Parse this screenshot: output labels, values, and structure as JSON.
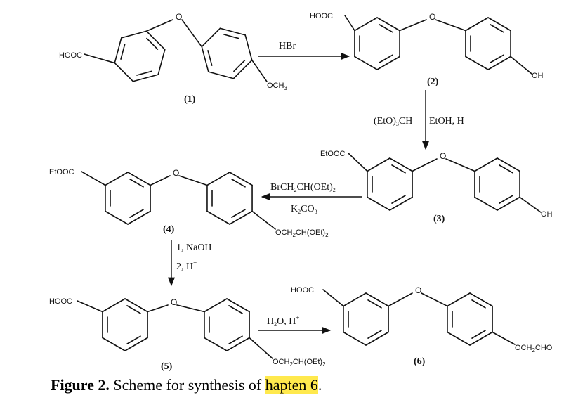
{
  "caption": {
    "figure_label": "Figure 2.",
    "text": "Scheme for synthesis of ",
    "highlight": "hapten 6",
    "trailing": "."
  },
  "compounds": {
    "c1": {
      "number": "(1)",
      "left_group": "HOOC",
      "right_group": "OCH",
      "right_group_sub": "3",
      "bridge": "O"
    },
    "c2": {
      "number": "(2)",
      "left_group": "HOOC",
      "right_group": "OH",
      "bridge": "O"
    },
    "c3": {
      "number": "(3)",
      "left_group": "EtOOC",
      "right_group": "OH",
      "bridge": "O"
    },
    "c4": {
      "number": "(4)",
      "left_group": "EtOOC",
      "right_group_a": "OCH",
      "right_group_sub1": "2",
      "right_group_b": "CH(OEt)",
      "right_group_sub2": "2",
      "bridge": "O"
    },
    "c5": {
      "number": "(5)",
      "left_group": "HOOC",
      "right_group_a": "OCH",
      "right_group_sub1": "2",
      "right_group_b": "CH(OEt)",
      "right_group_sub2": "2",
      "bridge": "O"
    },
    "c6": {
      "number": "(6)",
      "left_group": "HOOC",
      "right_group_a": "OCH",
      "right_group_sub1": "2",
      "right_group_b": "CHO",
      "bridge": "O"
    }
  },
  "reagents": {
    "step1": {
      "above": "HBr"
    },
    "step2": {
      "left_a": "(EtO)",
      "left_sub": "3",
      "left_b": "CH",
      "right_a": "EtOH, H",
      "right_sup": "+"
    },
    "step3": {
      "above_a": "BrCH",
      "above_sub1": "2",
      "above_b": "CH(OEt)",
      "above_sub2": "2",
      "below_a": "K",
      "below_sub1": "2",
      "below_b": "CO",
      "below_sub2": "3"
    },
    "step4": {
      "line1": "1, NaOH",
      "line2_a": "2, H",
      "line2_sup": "+"
    },
    "step5": {
      "above_a": "H",
      "above_sub": "2",
      "above_b": "O, H",
      "above_sup": "+"
    }
  }
}
